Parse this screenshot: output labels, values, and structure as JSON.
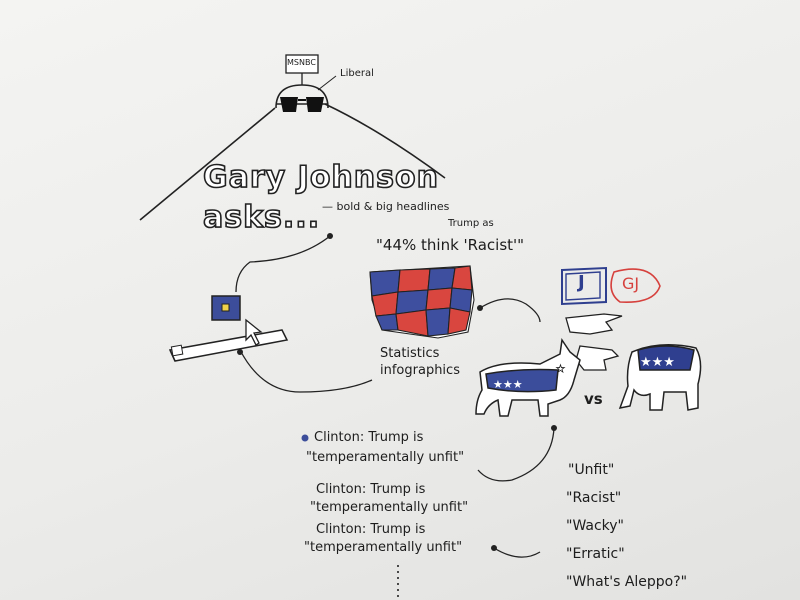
{
  "anchor": {
    "badge": "MSNBC",
    "label": "Liberal"
  },
  "heading": {
    "line1": "Gary Johnson",
    "line2": "asks...",
    "note": "— bold & big headlines"
  },
  "poll": {
    "text": "\"44% think  'Racist'\"",
    "insert": "Trump as"
  },
  "infographic_label": {
    "line1": "Statistics",
    "line2": "infographics"
  },
  "initials": {
    "left": "J",
    "right": "GJ"
  },
  "versus": "vs",
  "quotes": [
    {
      "line1": "Clinton: Trump is",
      "line2": "\"temperamentally unfit\""
    },
    {
      "line1": "Clinton: Trump is",
      "line2": "\"temperamentally unfit\""
    },
    {
      "line1": "Clinton: Trump is",
      "line2": "\"temperamentally unfit\""
    }
  ],
  "descriptors": [
    "\"Unfit\"",
    "\"Racist\"",
    "\"Wacky\"",
    "\"Erratic\"",
    "\"What's Aleppo?\""
  ],
  "colors": {
    "ink": "#1d1d1d",
    "red": "#d6413d",
    "blue": "#2f3f8f",
    "paper": "#f1f1ef"
  }
}
